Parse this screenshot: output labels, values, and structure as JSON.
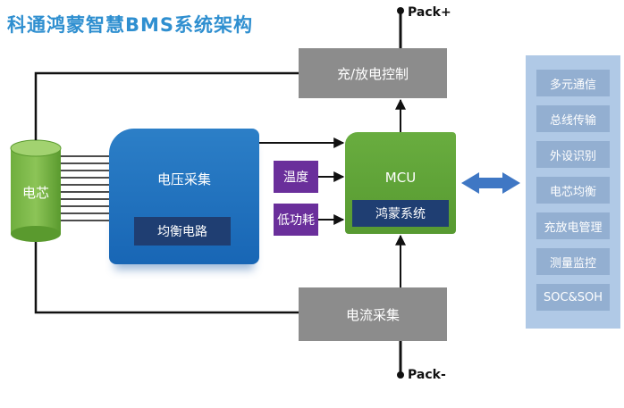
{
  "title": "科通鸿蒙智慧BMS系统架构",
  "cell": {
    "label": "电芯"
  },
  "voltage": {
    "label": "电压采集",
    "balance_label": "均衡电路"
  },
  "sensors": {
    "temperature": "温度",
    "low_power": "低功耗"
  },
  "mcu": {
    "label": "MCU",
    "os_label": "鸿蒙系统"
  },
  "charge_control": {
    "label": "充/放电控制"
  },
  "current": {
    "label": "电流采集"
  },
  "terminals": {
    "pack_plus": "Pack+",
    "pack_minus": "Pack-"
  },
  "features": [
    "多元通信",
    "总线传输",
    "外设识别",
    "电芯均衡",
    "充放电管理",
    "测量监控",
    "SOC&SOH"
  ],
  "colors": {
    "title": "#2f8fd0",
    "blue_block": "#1866b5",
    "green_block": "#5a9e35",
    "purple_block": "#6a2f9b",
    "gray_block": "#8c8c8c",
    "dark_blue": "#1f3e72",
    "panel": "#b0c9e6",
    "arrow": "#3f77c4"
  }
}
